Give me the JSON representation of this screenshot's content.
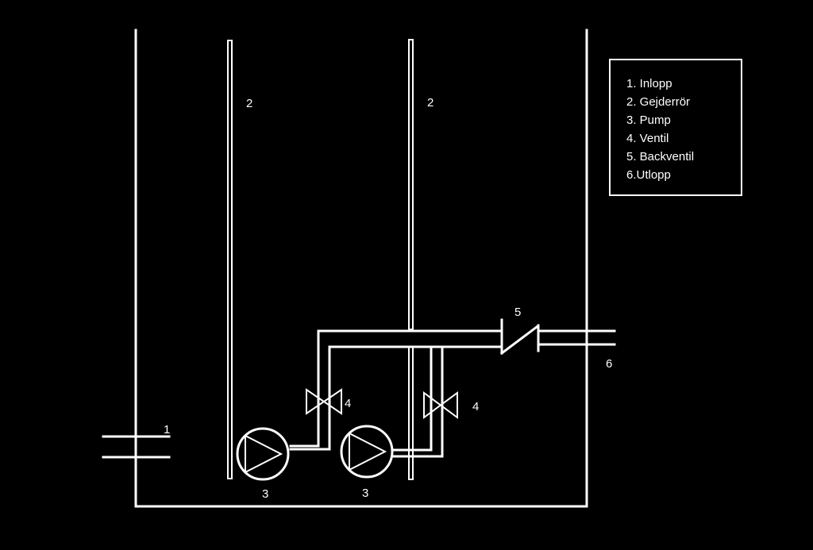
{
  "diagram": {
    "labels": {
      "inlet": "1",
      "guide_rail_left": "2",
      "guide_rail_right": "2",
      "pump_left": "3",
      "pump_right": "3",
      "valve_left": "4",
      "valve_right": "4",
      "check_valve": "5",
      "outlet": "6"
    },
    "legend": {
      "items": [
        "1. Inlopp",
        "2. Gejderrör",
        "3. Pump",
        "4. Ventil",
        "5. Backventil",
        "6.Utlopp"
      ]
    }
  }
}
